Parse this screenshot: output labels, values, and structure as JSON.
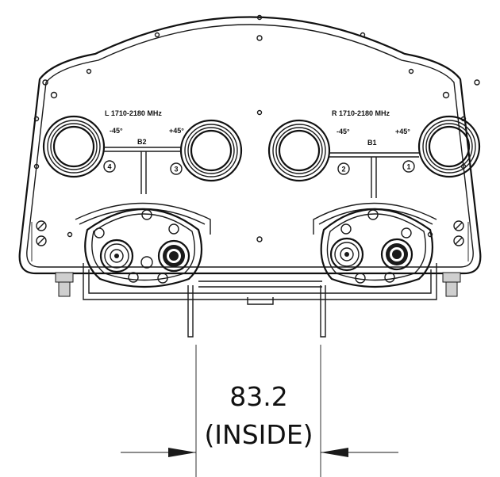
{
  "left_panel": {
    "band_label": "L 1710-2180 MHz",
    "pol_minus": "-45°",
    "pol_plus": "+45°",
    "branch": "B2",
    "port_left": "4",
    "port_right": "3"
  },
  "right_panel": {
    "band_label": "R 1710-2180 MHz",
    "pol_minus": "-45°",
    "pol_plus": "+45°",
    "branch": "B1",
    "port_left": "2",
    "port_right": "1"
  },
  "dimension": {
    "value": "83.2",
    "note": "(INSIDE)"
  }
}
